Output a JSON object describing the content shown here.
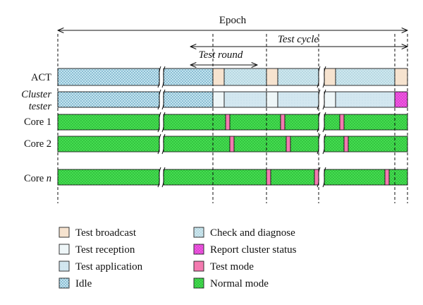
{
  "annotations": {
    "epoch": "Epoch",
    "test_cycle": "Test cycle",
    "test_round": "Test round"
  },
  "rows": [
    {
      "key": "act",
      "label_lines": [
        "ACT"
      ],
      "italic_parts": []
    },
    {
      "key": "cluster",
      "label_lines": [
        "Cluster",
        "tester"
      ],
      "italic_parts": [
        "Cluster",
        "tester"
      ]
    },
    {
      "key": "core1",
      "label_lines": [
        "Core 1"
      ],
      "italic_parts": []
    },
    {
      "key": "core2",
      "label_lines": [
        "Core 2"
      ],
      "italic_parts": []
    },
    {
      "key": "coren",
      "label_lines": [
        "Core ",
        "n"
      ],
      "italic_parts": [
        "n"
      ]
    }
  ],
  "legend": [
    {
      "state": "broadcast",
      "label": "Test broadcast"
    },
    {
      "state": "reception",
      "label": "Test reception"
    },
    {
      "state": "application",
      "label": "Test application"
    },
    {
      "state": "idle",
      "label": "Idle"
    },
    {
      "state": "check",
      "label": "Check and diagnose"
    },
    {
      "state": "report",
      "label": "Report cluster status"
    },
    {
      "state": "testmode",
      "label": "Test mode"
    },
    {
      "state": "normal",
      "label": "Normal mode"
    }
  ],
  "colors": {
    "broadcast": "#f6e3cf",
    "reception": "#eef6f8",
    "application": "#cfe4ee",
    "idle": "#bfe3ef",
    "check": "#c9e6ee",
    "report": "#f04be0",
    "testmode": "#f47ab0",
    "normal": "#3fdc4c"
  },
  "timelines": {
    "act": [
      [
        "idle",
        0,
        0.36
      ],
      [
        "idle",
        0.375,
        0.55
      ],
      [
        "broadcast",
        0.55,
        0.59
      ],
      [
        "check",
        0.59,
        0.74
      ],
      [
        "broadcast",
        0.74,
        0.78
      ],
      [
        "check",
        0.78,
        0.925
      ],
      [
        "broadcast",
        0.945,
        0.985
      ],
      [
        "check",
        0.985,
        1.195
      ],
      [
        "broadcast",
        1.195,
        1.24
      ]
    ],
    "cluster": [
      [
        "idle",
        0,
        0.36
      ],
      [
        "idle",
        0.375,
        0.55
      ],
      [
        "reception",
        0.55,
        0.59
      ],
      [
        "application",
        0.59,
        0.74
      ],
      [
        "reception",
        0.74,
        0.78
      ],
      [
        "application",
        0.78,
        0.925
      ],
      [
        "reception",
        0.945,
        0.985
      ],
      [
        "application",
        0.985,
        1.195
      ],
      [
        "report",
        1.195,
        1.24
      ]
    ],
    "core1": [
      [
        "normal",
        0,
        0.36
      ],
      [
        "normal",
        0.375,
        0.595
      ],
      [
        "testmode",
        0.595,
        0.61
      ],
      [
        "normal",
        0.61,
        0.79
      ],
      [
        "testmode",
        0.79,
        0.805
      ],
      [
        "normal",
        0.805,
        0.925
      ],
      [
        "normal",
        0.945,
        1.0
      ],
      [
        "testmode",
        1.0,
        1.015
      ],
      [
        "normal",
        1.015,
        1.24
      ]
    ],
    "core2": [
      [
        "normal",
        0,
        0.36
      ],
      [
        "normal",
        0.375,
        0.61
      ],
      [
        "testmode",
        0.61,
        0.625
      ],
      [
        "normal",
        0.625,
        0.81
      ],
      [
        "testmode",
        0.81,
        0.825
      ],
      [
        "normal",
        0.825,
        0.925
      ],
      [
        "normal",
        0.945,
        1.015
      ],
      [
        "testmode",
        1.015,
        1.03
      ],
      [
        "normal",
        1.03,
        1.24
      ]
    ],
    "coren": [
      [
        "normal",
        0,
        0.36
      ],
      [
        "normal",
        0.375,
        0.74
      ],
      [
        "testmode",
        0.74,
        0.755
      ],
      [
        "normal",
        0.755,
        0.91
      ],
      [
        "testmode",
        0.91,
        0.925
      ],
      [
        "normal",
        0.945,
        1.16
      ],
      [
        "testmode",
        1.16,
        1.175
      ],
      [
        "normal",
        1.175,
        1.24
      ]
    ]
  }
}
